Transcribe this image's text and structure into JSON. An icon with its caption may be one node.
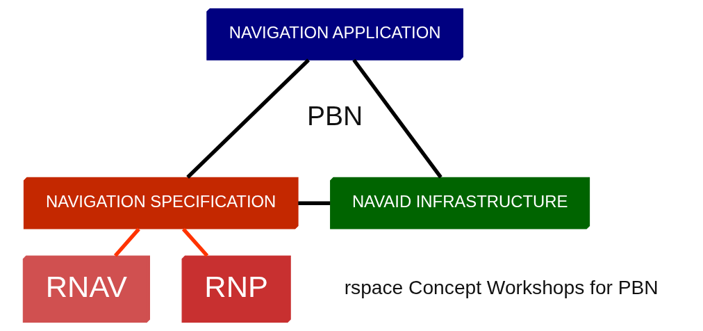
{
  "diagram": {
    "nodes": [
      {
        "text": [
          "NAVIGATION APPLICATION"
        ]
      },
      {
        "text": [
          "NAVIGATION SPECIFICATION"
        ]
      },
      {
        "text": [
          "NAVAID INFRASTRUCTURE"
        ]
      },
      {
        "text": [
          "RNAV"
        ]
      },
      {
        "text": [
          "RNP"
        ]
      }
    ],
    "edges": [
      {
        "from": 0,
        "to": 1,
        "arrow": "none"
      },
      {
        "from": 0,
        "to": 2,
        "arrow": "none"
      },
      {
        "from": 1,
        "to": 2,
        "arrow": "none"
      },
      {
        "from": 1,
        "to": 3,
        "arrow": "none",
        "color": "#ff3300"
      },
      {
        "from": 1,
        "to": 4,
        "arrow": "none",
        "color": "#ff3300"
      }
    ],
    "labels": [
      "PBN",
      "rspace Concept Workshops for PBN"
    ]
  }
}
